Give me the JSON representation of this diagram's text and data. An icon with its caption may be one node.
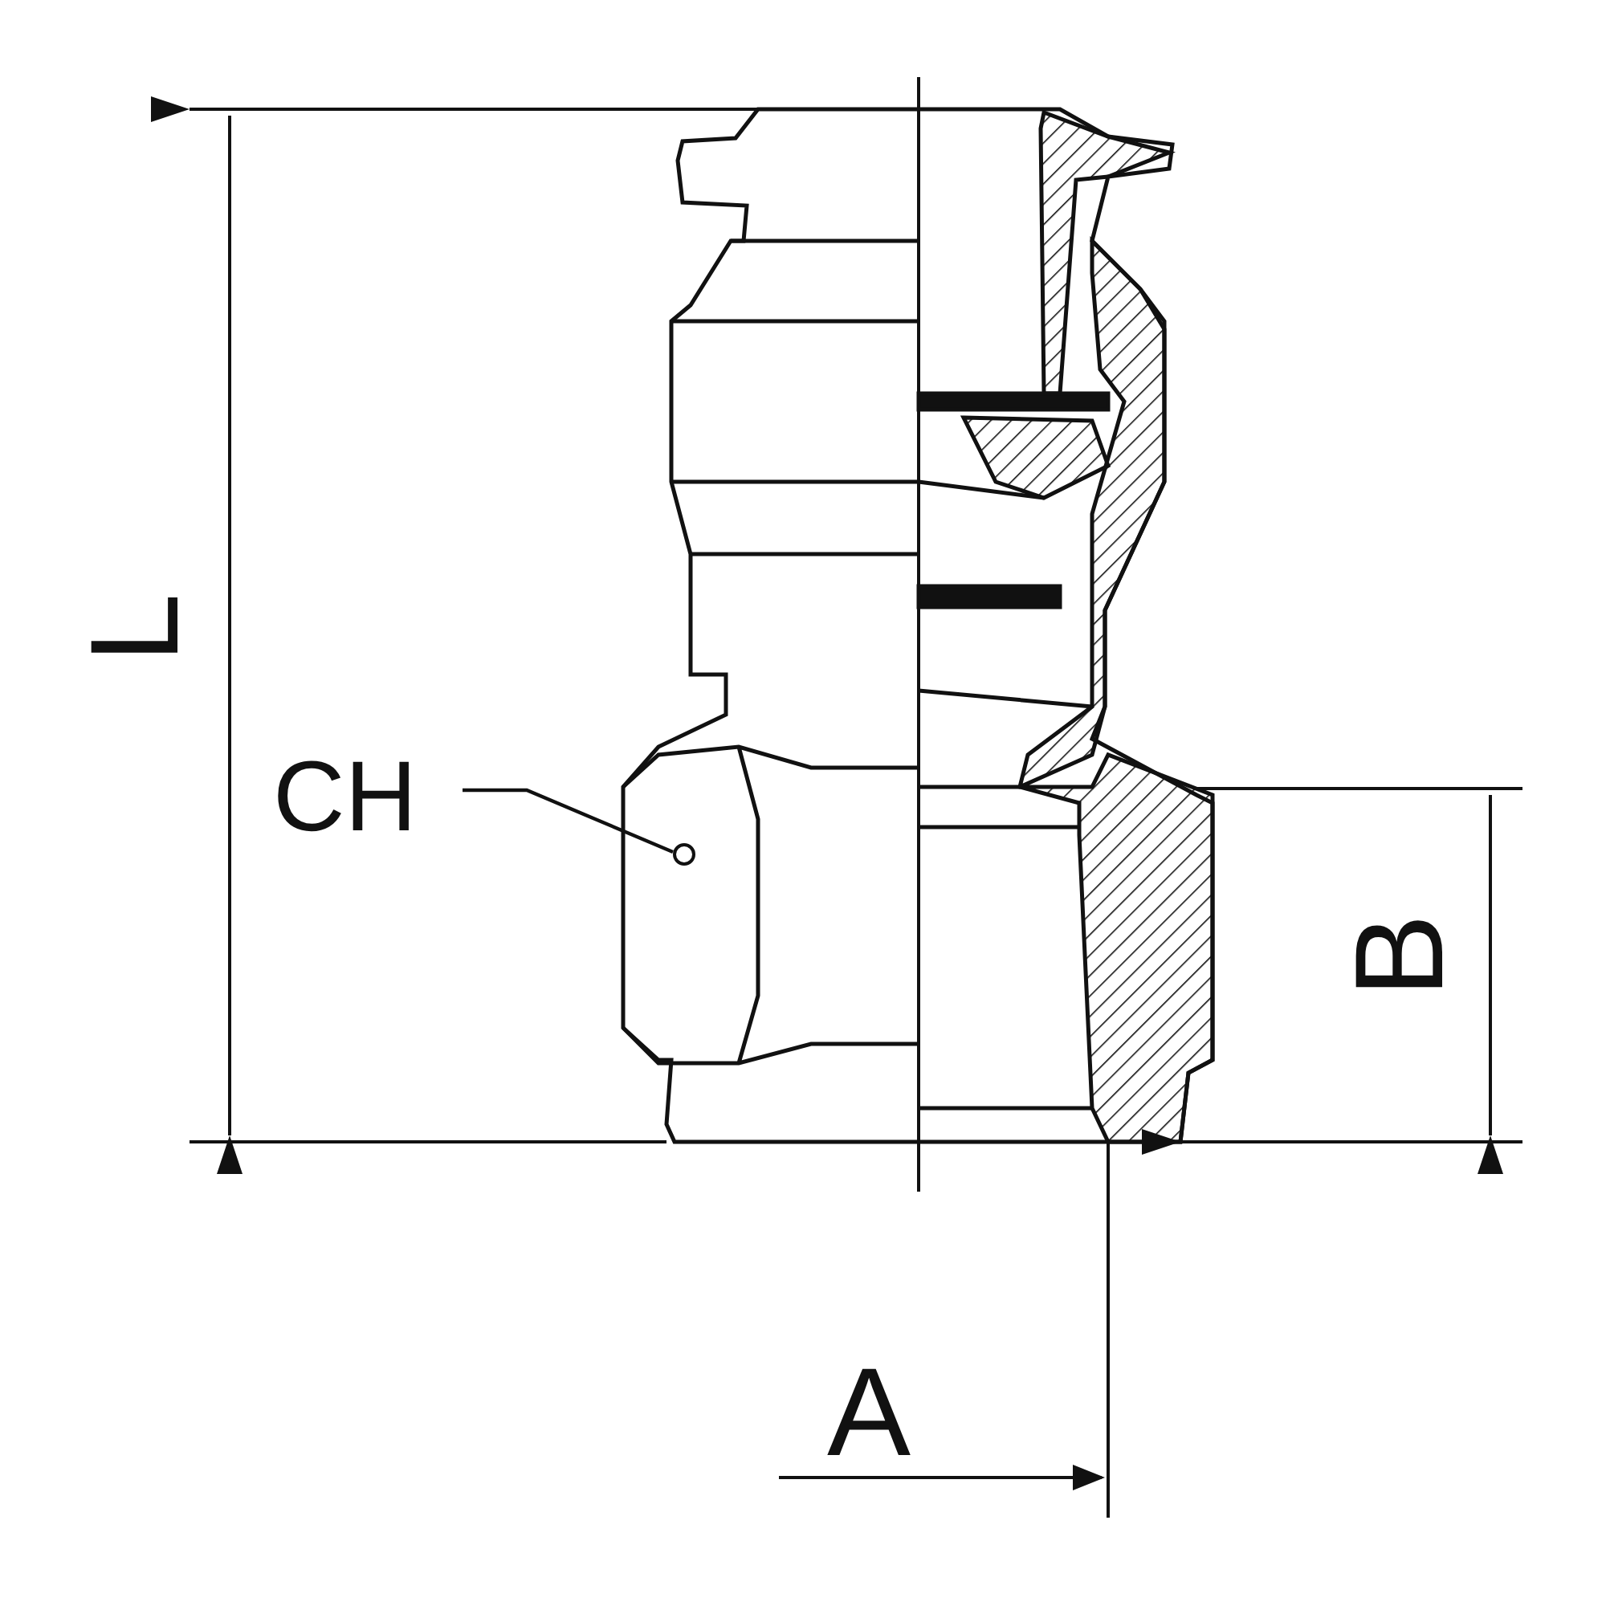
{
  "diagram": {
    "nodes": [
      {
        "text": [
          "CH"
        ]
      },
      {
        "text": [],
        "shape": "circle"
      }
    ],
    "edges": [
      {
        "from": 0,
        "to": 1,
        "arrow": "none"
      }
    ],
    "labels": [
      "L",
      "B",
      "A"
    ]
  }
}
